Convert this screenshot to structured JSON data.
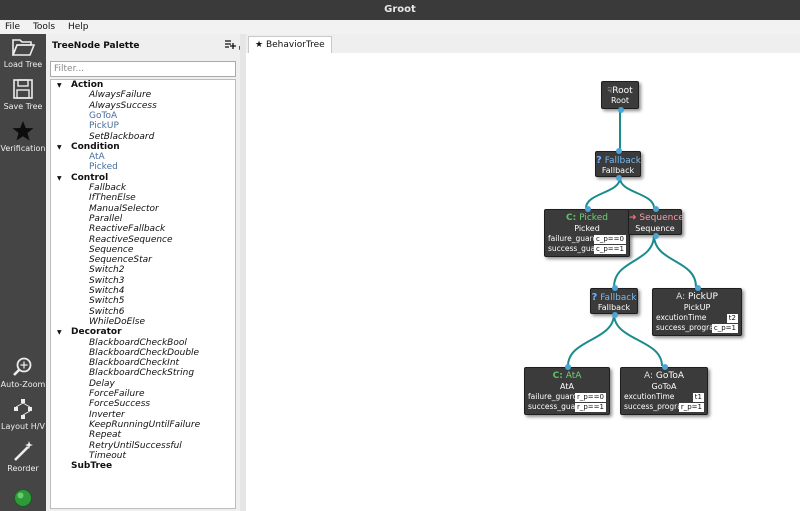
{
  "window": {
    "title": "Groot"
  },
  "menu": [
    "File",
    "Tools",
    "Help"
  ],
  "toolbar": {
    "load_tree": "Load Tree",
    "save_tree": "Save Tree",
    "verification": "Verification",
    "auto_zoom": "Auto-Zoom",
    "layout": "Layout H/V",
    "reorder": "Reorder"
  },
  "palette": {
    "title": "TreeNode Palette",
    "filter_placeholder": "Filter...",
    "categories": [
      {
        "name": "Action",
        "items": [
          {
            "label": "AlwaysFailure",
            "custom": false
          },
          {
            "label": "AlwaysSuccess",
            "custom": false
          },
          {
            "label": "GoToA",
            "custom": true
          },
          {
            "label": "PickUP",
            "custom": true
          },
          {
            "label": "SetBlackboard",
            "custom": false
          }
        ]
      },
      {
        "name": "Condition",
        "items": [
          {
            "label": "AtA",
            "custom": true
          },
          {
            "label": "Picked",
            "custom": true
          }
        ]
      },
      {
        "name": "Control",
        "items": [
          {
            "label": "Fallback",
            "custom": false
          },
          {
            "label": "IfThenElse",
            "custom": false
          },
          {
            "label": "ManualSelector",
            "custom": false
          },
          {
            "label": "Parallel",
            "custom": false
          },
          {
            "label": "ReactiveFallback",
            "custom": false
          },
          {
            "label": "ReactiveSequence",
            "custom": false
          },
          {
            "label": "Sequence",
            "custom": false
          },
          {
            "label": "SequenceStar",
            "custom": false
          },
          {
            "label": "Switch2",
            "custom": false
          },
          {
            "label": "Switch3",
            "custom": false
          },
          {
            "label": "Switch4",
            "custom": false
          },
          {
            "label": "Switch5",
            "custom": false
          },
          {
            "label": "Switch6",
            "custom": false
          },
          {
            "label": "WhileDoElse",
            "custom": false
          }
        ]
      },
      {
        "name": "Decorator",
        "items": [
          {
            "label": "BlackboardCheckBool",
            "custom": false
          },
          {
            "label": "BlackboardCheckDouble",
            "custom": false
          },
          {
            "label": "BlackboardCheckInt",
            "custom": false
          },
          {
            "label": "BlackboardCheckString",
            "custom": false
          },
          {
            "label": "Delay",
            "custom": false
          },
          {
            "label": "ForceFailure",
            "custom": false
          },
          {
            "label": "ForceSuccess",
            "custom": false
          },
          {
            "label": "Inverter",
            "custom": false
          },
          {
            "label": "KeepRunningUntilFailure",
            "custom": false
          },
          {
            "label": "Repeat",
            "custom": false
          },
          {
            "label": "RetryUntilSuccessful",
            "custom": false
          },
          {
            "label": "Timeout",
            "custom": false
          }
        ]
      },
      {
        "name": "SubTree",
        "items": []
      }
    ]
  },
  "tab": {
    "label": "BehaviorTree"
  },
  "tree": {
    "root": {
      "title": "Root",
      "name": "Root"
    },
    "fallback1": {
      "title": "Fallback",
      "name": "Fallback"
    },
    "picked": {
      "prefix": "C:",
      "title": "Picked",
      "name": "Picked",
      "ports": [
        {
          "key": "failure_guard",
          "value": "c_p==0"
        },
        {
          "key": "success_guard",
          "value": "c_p==1"
        }
      ]
    },
    "sequence": {
      "title": "Sequence",
      "name": "Sequence"
    },
    "fallback2": {
      "title": "Fallback",
      "name": "Fallback"
    },
    "pickup": {
      "prefix": "A:",
      "title": "PickUP",
      "name": "PickUP",
      "ports": [
        {
          "key": "excutionTime",
          "value": "t2"
        },
        {
          "key": "success_program",
          "value": "c_p=1"
        }
      ]
    },
    "ata": {
      "prefix": "C:",
      "title": "AtA",
      "name": "AtA",
      "ports": [
        {
          "key": "failure_guard",
          "value": "r_p==0"
        },
        {
          "key": "success_guard",
          "value": "r_p==1"
        }
      ]
    },
    "gotoa": {
      "prefix": "A:",
      "title": "GoToA",
      "name": "GoToA",
      "ports": [
        {
          "key": "excutionTime",
          "value": "t1"
        },
        {
          "key": "success_program",
          "value": "r_p=1"
        }
      ]
    }
  },
  "colors": {
    "edge": "#1a8c8c",
    "port": "#4ba6d6",
    "node_bg": "#3b3b3b",
    "toolbar_bg": "#454545",
    "custom_item": "#4a6e99",
    "status_led": "#2f9a3a"
  }
}
